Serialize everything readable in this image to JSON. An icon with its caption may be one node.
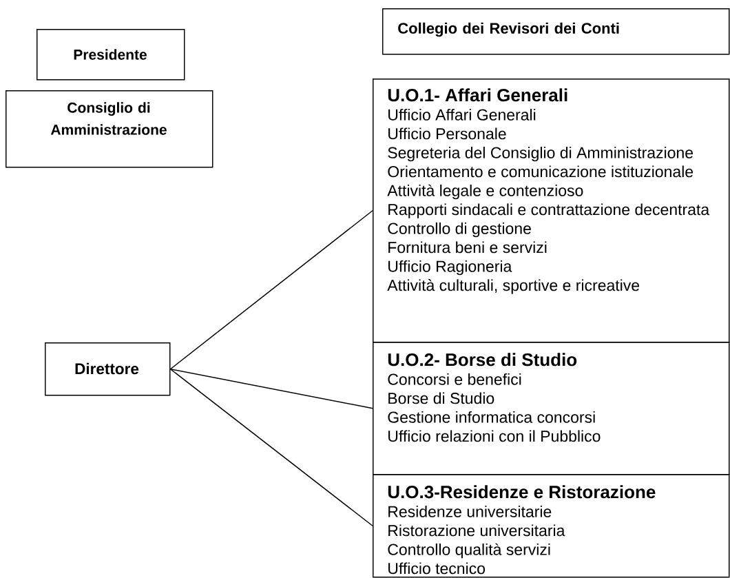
{
  "diagram": {
    "nodes": [
      {
        "text": [
          "Collegio dei Revisori dei Conti"
        ]
      },
      {
        "text": [
          "Presidente"
        ]
      },
      {
        "text": [
          "Consiglio di Amministrazione"
        ]
      },
      {
        "text": [
          "U.O.1- Affari Generali",
          "Ufficio Affari Generali",
          "Ufficio Personale",
          "Segreteria del Consiglio di Amministrazione",
          "Orientamento e comunicazione istituzionale",
          "Attività legale e contenzioso",
          "Rapporti sindacali e contrattazione decentrata",
          "Controllo di gestione",
          "Fornitura beni e servizi",
          "Ufficio  Ragioneria",
          "Attività culturali, sportive e ricreative"
        ]
      },
      {
        "text": [
          "Direttore"
        ]
      },
      {
        "text": [
          "U.O.2- Borse di Studio",
          "Concorsi e benefici",
          "Borse di Studio",
          "Gestione informatica concorsi",
          "Ufficio relazioni con il Pubblico"
        ]
      },
      {
        "text": [
          "U.O.3-Residenze e Ristorazione",
          "Residenze universitarie",
          "Ristorazione universitaria",
          "Controllo qualità servizi",
          "Ufficio tecnico"
        ]
      }
    ],
    "edges": [
      {
        "from": 4,
        "to": 3,
        "arrow": "none"
      },
      {
        "from": 4,
        "to": 5,
        "arrow": "none"
      },
      {
        "from": 4,
        "to": 6,
        "arrow": "none"
      }
    ]
  }
}
